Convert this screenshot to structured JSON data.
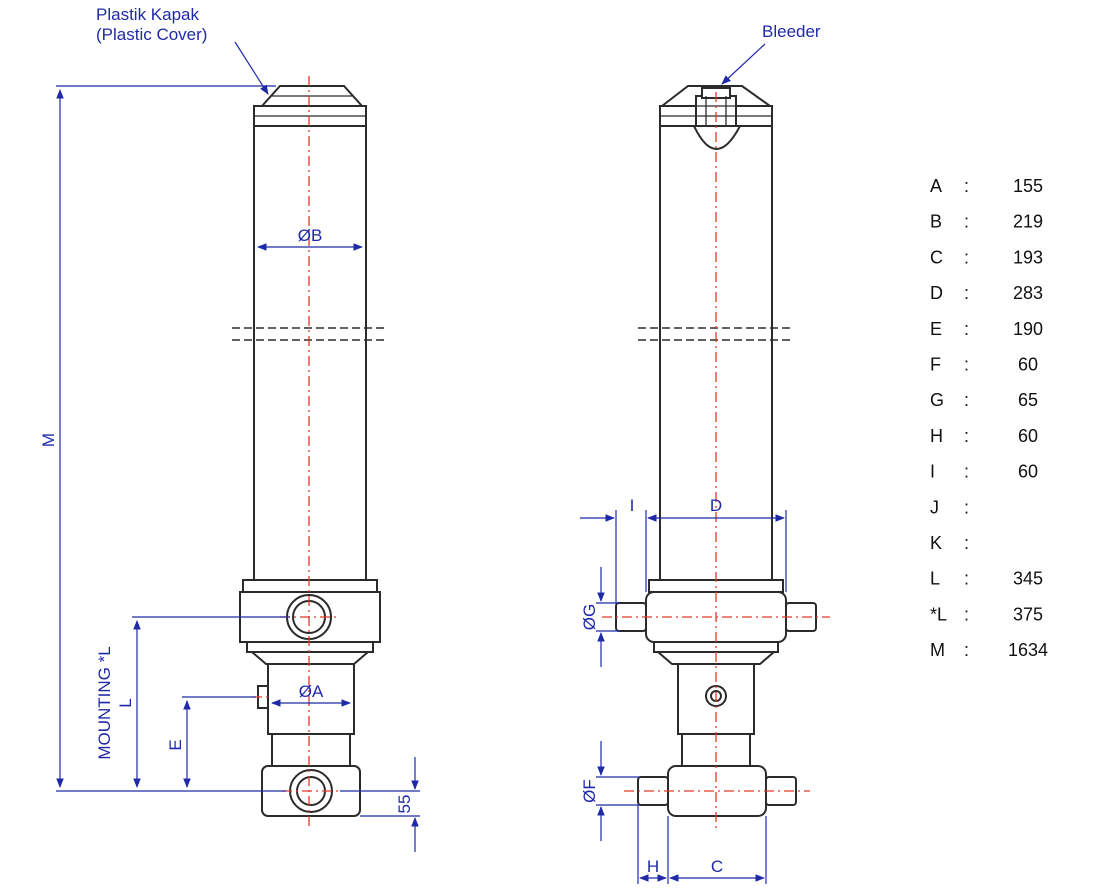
{
  "labels": {
    "plastic_cover_tr": "Plastik Kapak",
    "plastic_cover_en": "(Plastic Cover)",
    "bleeder": "Bleeder"
  },
  "left_view": {
    "dim_b": "ØB",
    "dim_a": "ØA",
    "dim_m": "M",
    "dim_mounting": "MOUNTING *L",
    "dim_l": "L",
    "dim_e": "E",
    "dim_55": "55"
  },
  "right_view": {
    "dim_i": "I",
    "dim_d": "D",
    "dim_g": "ØG",
    "dim_f": "ØF",
    "dim_h": "H",
    "dim_c": "C"
  },
  "specs": [
    {
      "key": "A",
      "sep": ":",
      "value": "155"
    },
    {
      "key": "B",
      "sep": ":",
      "value": "219"
    },
    {
      "key": "C",
      "sep": ":",
      "value": "193"
    },
    {
      "key": "D",
      "sep": ":",
      "value": "283"
    },
    {
      "key": "E",
      "sep": ":",
      "value": "190"
    },
    {
      "key": "F",
      "sep": ":",
      "value": "60"
    },
    {
      "key": "G",
      "sep": ":",
      "value": "65"
    },
    {
      "key": "H",
      "sep": ":",
      "value": "60"
    },
    {
      "key": "I",
      "sep": ":",
      "value": "60"
    },
    {
      "key": "J",
      "sep": ":",
      "value": ""
    },
    {
      "key": "K",
      "sep": ":",
      "value": ""
    },
    {
      "key": "L",
      "sep": ":",
      "value": "345"
    },
    {
      "key": "*L",
      "sep": ":",
      "value": "375"
    },
    {
      "key": "M",
      "sep": ":",
      "value": "1634"
    }
  ],
  "colors": {
    "line": "#2b2b2b",
    "dimension": "#1f2aa8",
    "centerline": "#e03a2a"
  }
}
